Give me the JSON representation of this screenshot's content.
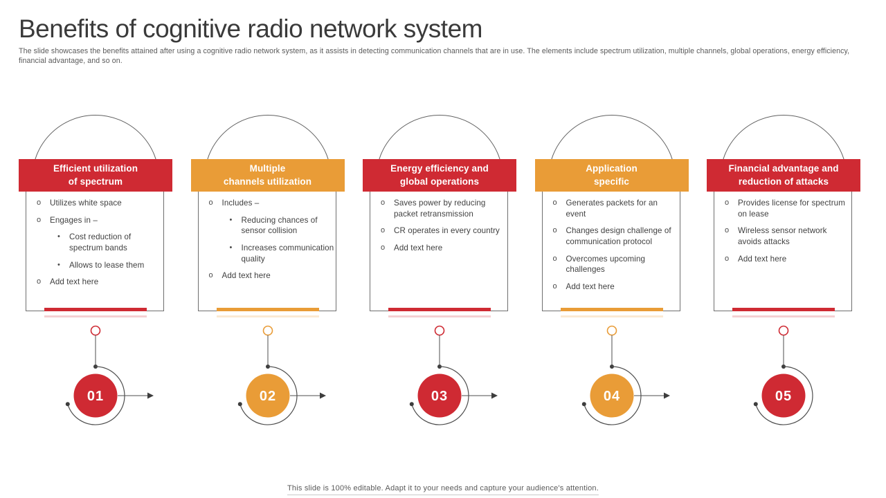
{
  "slide": {
    "title": "Benefits of cognitive radio network system",
    "subtitle": "The slide showcases the benefits attained after using a cognitive radio network system, as it assists in detecting communication  channels that are in use. The elements include spectrum utilization, multiple  channels, global operations, energy efficiency, financial advantage, and so on.",
    "footer": "This slide is 100% editable. Adapt it to your needs and capture your audience's attention."
  },
  "colors": {
    "red": "#CF2A33",
    "orange": "#E99C37",
    "line": "#4d4d4d",
    "text": "#3f3f3f",
    "muted": "#595959"
  },
  "bullets": {
    "marker": "o",
    "sub_marker": "•"
  },
  "columns": [
    {
      "number": "01",
      "accent": "red",
      "header": "Efficient utilization\nof spectrum",
      "arrow": true,
      "items": [
        {
          "text": "Utilizes white space"
        },
        {
          "text": "Engages in –",
          "subs": [
            "Cost reduction of spectrum bands",
            "Allows to lease them"
          ]
        },
        {
          "text": "Add text here"
        }
      ]
    },
    {
      "number": "02",
      "accent": "orange",
      "header": "Multiple\nchannels utilization",
      "arrow": true,
      "items": [
        {
          "text": "Includes –",
          "subs": [
            "Reducing chances of sensor collision",
            "Increases communication quality"
          ]
        },
        {
          "text": "Add text here"
        }
      ]
    },
    {
      "number": "03",
      "accent": "red",
      "header": "Energy efficiency and\nglobal operations",
      "arrow": true,
      "items": [
        {
          "text": "Saves power by reducing packet retransmission"
        },
        {
          "text": "CR operates in every country"
        },
        {
          "text": "Add text here"
        }
      ]
    },
    {
      "number": "04",
      "accent": "orange",
      "header": "Application\nspecific",
      "arrow": true,
      "items": [
        {
          "text": "Generates packets for an event"
        },
        {
          "text": "Changes design challenge of communication protocol"
        },
        {
          "text": "Overcomes upcoming challenges"
        },
        {
          "text": "Add text here"
        }
      ]
    },
    {
      "number": "05",
      "accent": "red",
      "header": "Financial advantage and\nreduction of attacks",
      "arrow": false,
      "items": [
        {
          "text": "Provides license for spectrum on lease"
        },
        {
          "text": "Wireless sensor network avoids attacks"
        },
        {
          "text": "Add text here"
        }
      ]
    }
  ]
}
